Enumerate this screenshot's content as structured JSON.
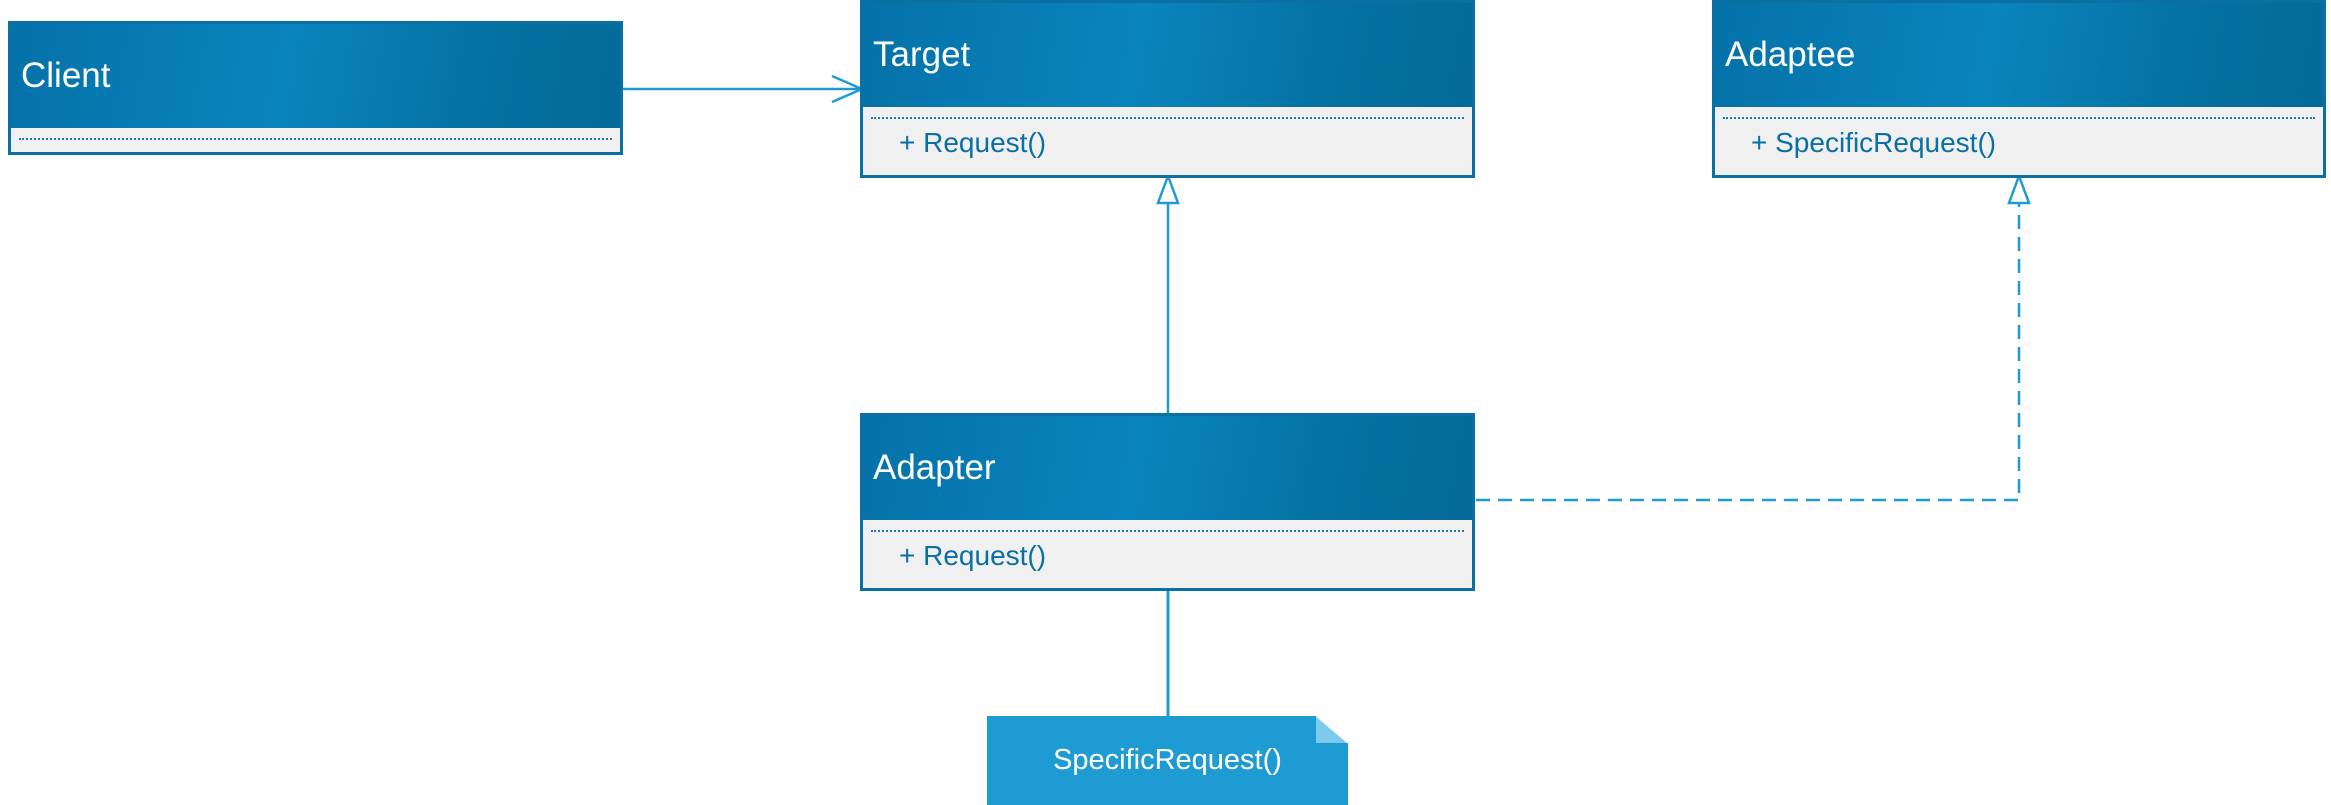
{
  "classes": {
    "client": {
      "name": "Client"
    },
    "target": {
      "name": "Target",
      "operations": [
        "+ Request()"
      ]
    },
    "adaptee": {
      "name": "Adaptee",
      "operations": [
        "+ SpecificRequest()"
      ]
    },
    "adapter": {
      "name": "Adapter",
      "operations": [
        "+ Request()"
      ]
    }
  },
  "note": {
    "text": "SpecificRequest()"
  },
  "colors": {
    "header_dark": "#036a99",
    "header_light": "#0a84bd",
    "border": "#0a6fa3",
    "connector": "#1f9bd4",
    "body_bg": "#f0f0f0"
  }
}
